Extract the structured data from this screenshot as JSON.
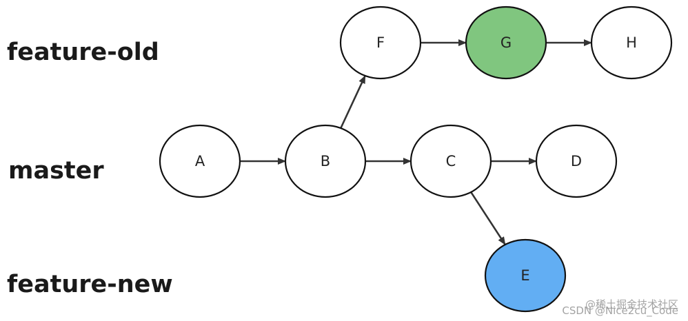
{
  "branches": {
    "feature_old": "feature-old",
    "master": "master",
    "feature_new": "feature-new"
  },
  "nodes": {
    "A": {
      "label": "A",
      "fill": "#ffffff"
    },
    "B": {
      "label": "B",
      "fill": "#ffffff"
    },
    "C": {
      "label": "C",
      "fill": "#ffffff"
    },
    "D": {
      "label": "D",
      "fill": "#ffffff"
    },
    "E": {
      "label": "E",
      "fill": "#62aef3"
    },
    "F": {
      "label": "F",
      "fill": "#ffffff"
    },
    "G": {
      "label": "G",
      "fill": "#80c67f"
    },
    "H": {
      "label": "H",
      "fill": "#ffffff"
    }
  },
  "edges": [
    {
      "from": "A",
      "to": "B"
    },
    {
      "from": "B",
      "to": "C"
    },
    {
      "from": "C",
      "to": "D"
    },
    {
      "from": "B",
      "to": "F"
    },
    {
      "from": "F",
      "to": "G"
    },
    {
      "from": "G",
      "to": "H"
    },
    {
      "from": "C",
      "to": "E"
    }
  ],
  "watermark": {
    "line1": "@稀土掘金技术社区",
    "line2": "CSDN @Nice2cu_Code"
  },
  "colors": {
    "edge": "#333333",
    "node_stroke": "#111111",
    "label": "#1a1a1a"
  }
}
